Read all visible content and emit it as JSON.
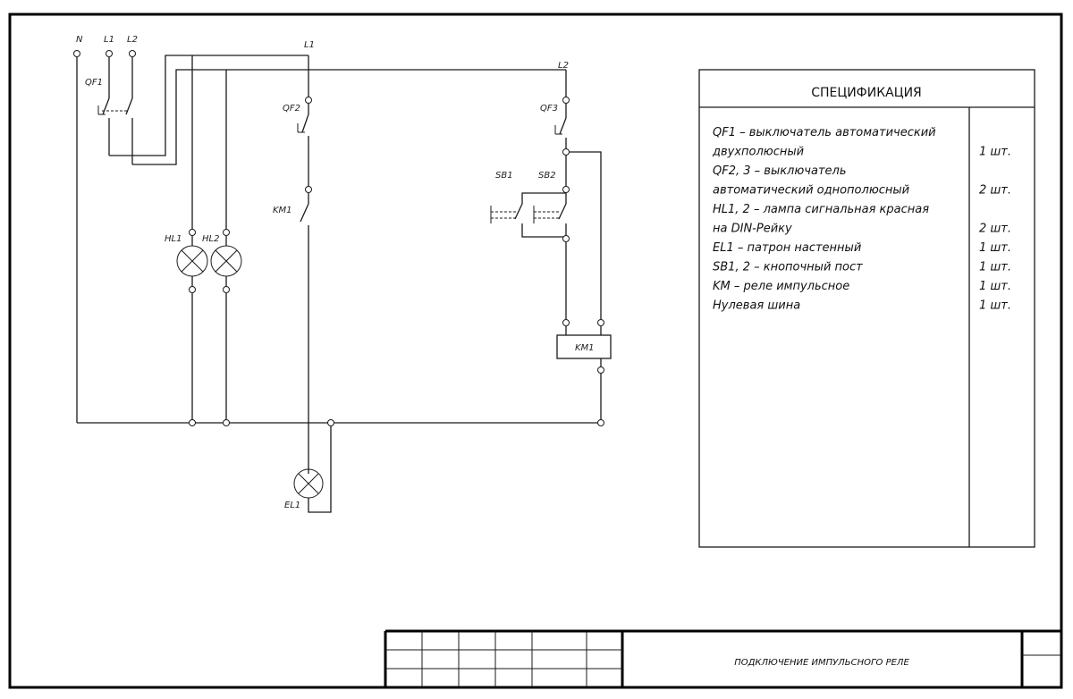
{
  "labels": {
    "n": "N",
    "l1_top": "L1",
    "l2_top": "L2",
    "l1_bus": "L1",
    "l2_bus": "L2",
    "qf1": "QF1",
    "qf2": "QF2",
    "qf3": "QF3",
    "km1_contact": "KM1",
    "sb1": "SB1",
    "sb2": "SB2",
    "hl1": "HL1",
    "hl2": "HL2",
    "km1_coil": "KM1",
    "el1": "EL1"
  },
  "specification": {
    "title": "СПЕЦИФИКАЦИЯ",
    "rows": [
      {
        "desc": "QF1 – выключатель автоматический",
        "qty": ""
      },
      {
        "desc": "двухполюсный",
        "qty": "1 шт."
      },
      {
        "desc": "QF2, 3 – выключатель",
        "qty": ""
      },
      {
        "desc": "автоматический однополюсный",
        "qty": "2 шт."
      },
      {
        "desc": "HL1, 2 – лампа сигнальная красная",
        "qty": ""
      },
      {
        "desc": "на DIN-Рейку",
        "qty": "2 шт."
      },
      {
        "desc": "EL1 – патрон настенный",
        "qty": "1 шт."
      },
      {
        "desc": "SB1, 2 – кнопочный пост",
        "qty": "1 шт."
      },
      {
        "desc": "KM – реле импульсное",
        "qty": "1 шт."
      },
      {
        "desc": "Нулевая шина",
        "qty": "1 шт."
      }
    ]
  },
  "title_block": {
    "title": "ПОДКЛЮЧЕНИЕ ИМПУЛЬСНОГО РЕЛЕ"
  }
}
